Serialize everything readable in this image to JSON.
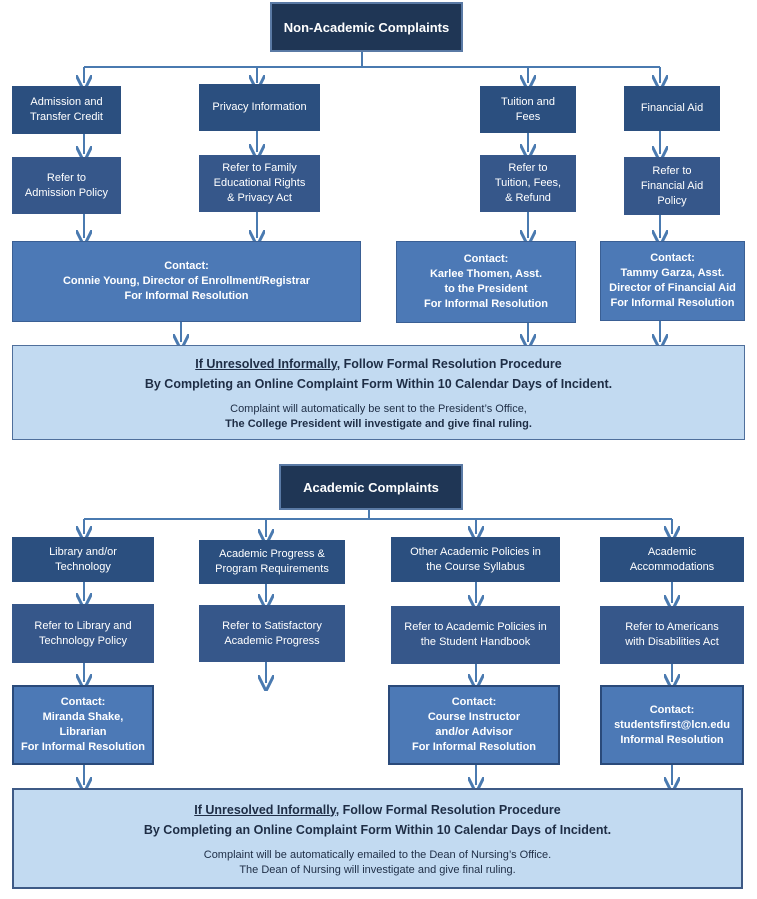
{
  "colors": {
    "title_bg": "#1f3655",
    "category_bg": "#2b4f7f",
    "refer_bg": "#36578a",
    "contact_bg": "#4c79b6",
    "final_bg": "#c2daf1",
    "arrow": "#4a7ab0"
  },
  "non_academic": {
    "title": "Non-Academic Complaints",
    "categories": [
      {
        "label_lines": [
          "Admission and",
          "Transfer Credit"
        ]
      },
      {
        "label_lines": [
          "Privacy Information"
        ]
      },
      {
        "label_lines": [
          "Tuition and",
          "Fees"
        ]
      },
      {
        "label_lines": [
          "Financial Aid"
        ]
      }
    ],
    "refers": [
      {
        "lines": [
          "Refer to",
          "Admission Policy"
        ]
      },
      {
        "lines": [
          "Refer to Family",
          "Educational Rights",
          "& Privacy Act"
        ]
      },
      {
        "lines": [
          "Refer to",
          "Tuition, Fees,",
          "& Refund"
        ]
      },
      {
        "lines": [
          "Refer to",
          "Financial Aid",
          "Policy"
        ]
      }
    ],
    "contacts": [
      {
        "lines": [
          "Contact:",
          "Connie Young, Director of Enrollment/Registrar",
          "For Informal Resolution"
        ]
      },
      {
        "lines": [
          "Contact:",
          "Karlee Thomen, Asst.",
          "to the President",
          "For Informal Resolution"
        ]
      },
      {
        "lines": [
          "Contact:",
          "Tammy Garza, Asst.",
          "Director of Financial Aid",
          "For Informal Resolution"
        ]
      }
    ],
    "final": {
      "line1_underlined": "If Unresolved Informally",
      "line1_rest": ", Follow Formal Resolution Procedure",
      "line2": "By Completing an Online Complaint Form Within 10 Calendar Days of Incident.",
      "line3": "Complaint will automatically be sent to the President’s Office,",
      "line4": "The College President will investigate and give final ruling."
    }
  },
  "academic": {
    "title": "Academic Complaints",
    "categories": [
      {
        "label_lines": [
          "Library and/or",
          "Technology"
        ]
      },
      {
        "label_lines": [
          "Academic Progress &",
          "Program Requirements"
        ]
      },
      {
        "label_lines": [
          "Other Academic Policies in",
          "the Course Syllabus"
        ]
      },
      {
        "label_lines": [
          "Academic",
          "Accommodations"
        ]
      }
    ],
    "refers": [
      {
        "lines": [
          "Refer to Library and",
          "Technology Policy"
        ]
      },
      {
        "lines": [
          "Refer to Satisfactory",
          "Academic Progress"
        ]
      },
      {
        "lines": [
          "Refer to Academic Policies in",
          "the Student Handbook"
        ]
      },
      {
        "lines": [
          "Refer to Americans",
          "with Disabilities Act"
        ]
      }
    ],
    "contacts": [
      {
        "lines": [
          "Contact:",
          "Miranda Shake,",
          "Librarian",
          "For Informal Resolution"
        ]
      },
      {
        "lines": [
          "Contact:",
          "Course Instructor",
          "and/or Advisor",
          "For Informal Resolution"
        ]
      },
      {
        "lines": [
          "Contact:",
          "studentsfirst@lcn.edu",
          "Informal Resolution"
        ]
      }
    ],
    "final": {
      "line1_underlined": "If Unresolved Informally",
      "line1_rest": ", Follow Formal Resolution Procedure",
      "line2": "By Completing an Online Complaint Form Within 10 Calendar Days of Incident.",
      "line3": "Complaint will be automatically  emailed to the Dean of Nursing’s Office.",
      "line4": "The Dean of Nursing will investigate and give final ruling."
    }
  }
}
